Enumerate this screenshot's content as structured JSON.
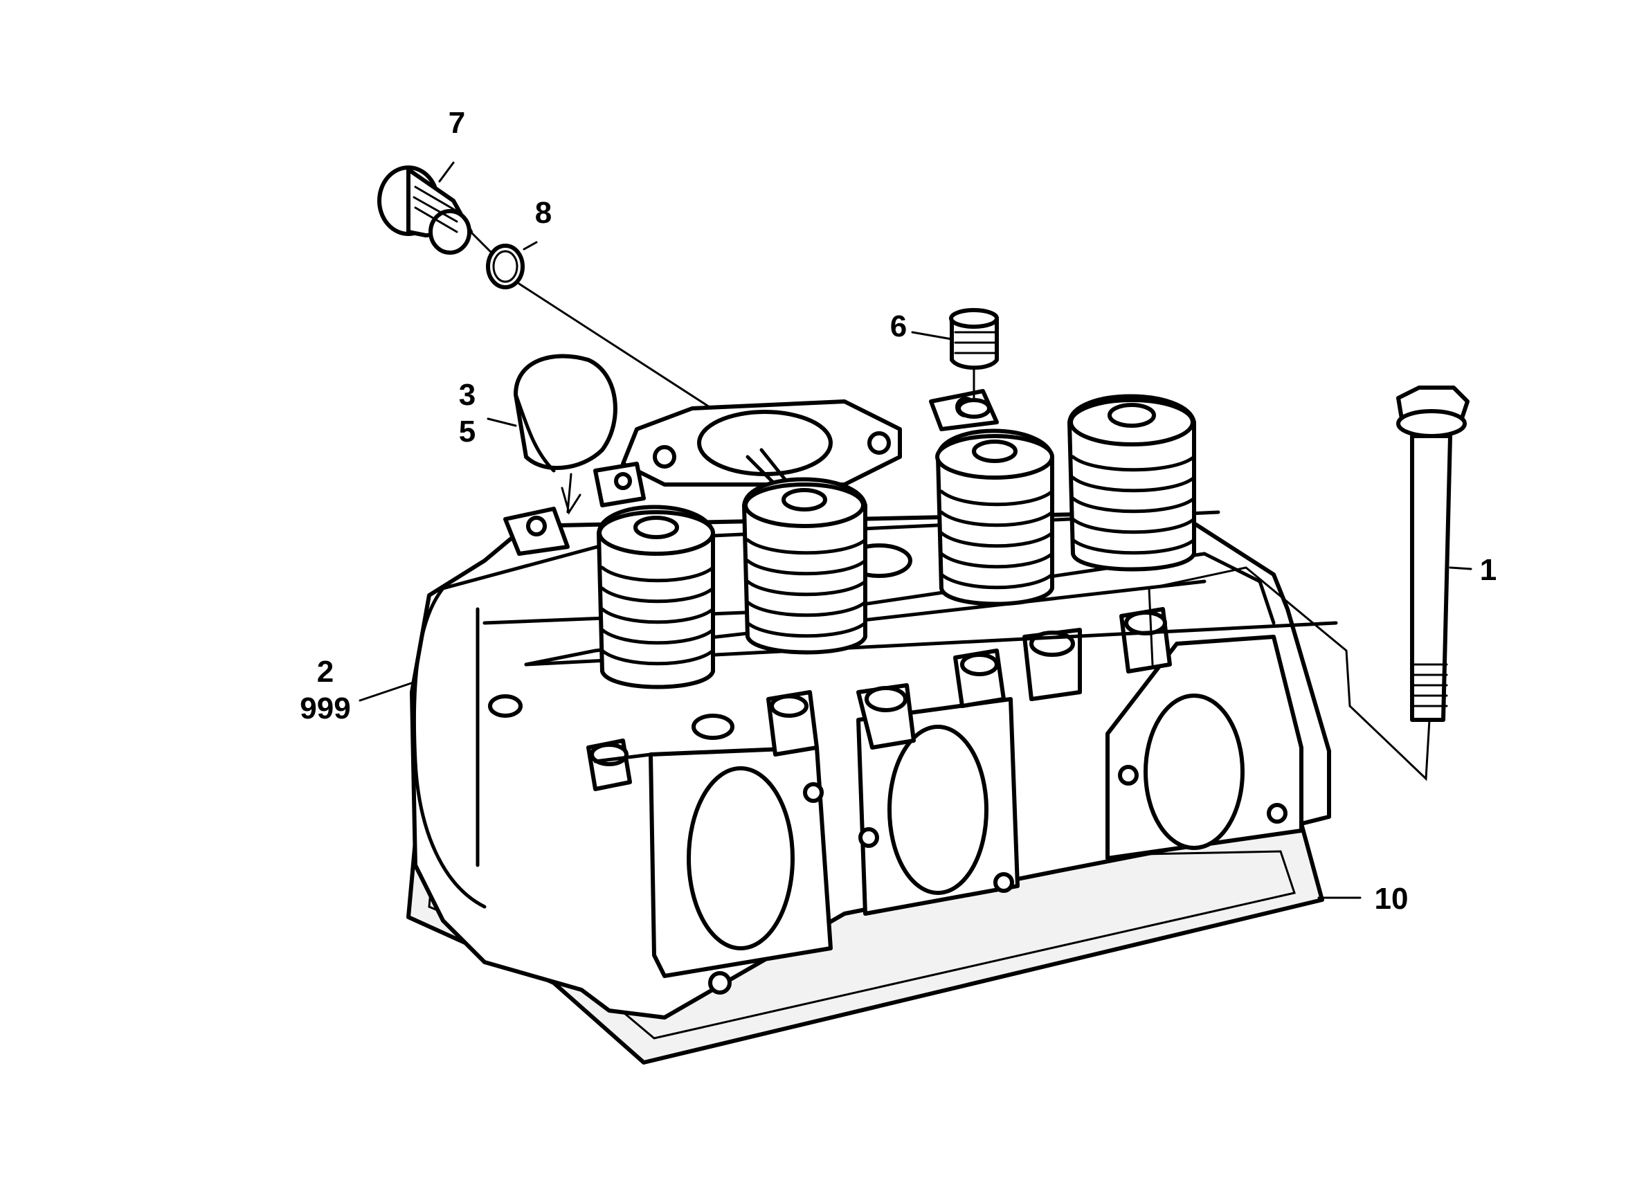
{
  "callouts": {
    "c1": "1",
    "c2a": "2",
    "c2b": "999",
    "c3": "3",
    "c5": "5",
    "c6": "6",
    "c7": "7",
    "c8": "8",
    "c10": "10"
  }
}
